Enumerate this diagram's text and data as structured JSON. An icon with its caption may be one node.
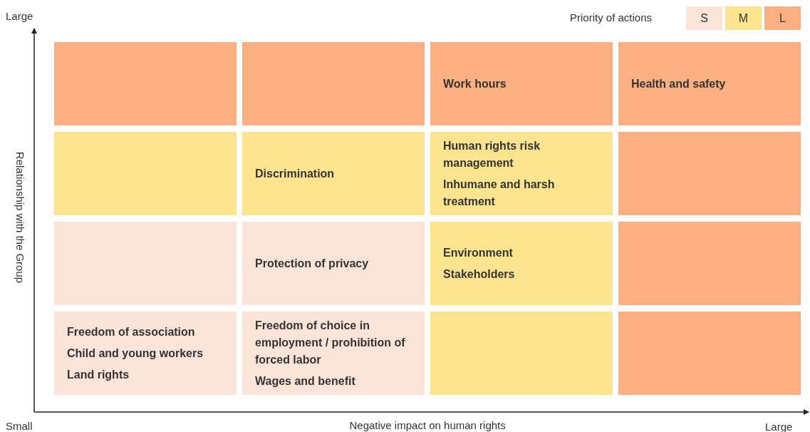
{
  "diagram": {
    "nodes": [
      {
        "text": [],
        "shape": "box"
      },
      {
        "text": [],
        "shape": "box"
      },
      {
        "text": [
          "Work hours"
        ]
      },
      {
        "text": [
          "Health and safety"
        ]
      },
      {
        "text": [],
        "shape": "box"
      },
      {
        "text": [
          "Discrimination"
        ]
      },
      {
        "text": [
          "Human rights risk management",
          "Inhumane and harsh treatment"
        ]
      },
      {
        "text": [],
        "shape": "box"
      },
      {
        "text": [],
        "shape": "box"
      },
      {
        "text": [
          "Protection of privacy"
        ]
      },
      {
        "text": [
          "Environment",
          "Stakeholders"
        ]
      },
      {
        "text": [],
        "shape": "box"
      },
      {
        "text": [
          "Freedom of association",
          "Child and young workers",
          "Land rights"
        ]
      },
      {
        "text": [
          "Freedom of choice in employment / prohibition of forced labor",
          "Wages and benefit"
        ]
      },
      {
        "text": [],
        "shape": "box"
      },
      {
        "text": [],
        "shape": "box"
      }
    ],
    "edges": [],
    "labels": [
      "Priority of actions",
      "Large",
      "Relationship with the Group",
      "Small",
      "Negative impact on human rights",
      "Large"
    ],
    "legend": [
      {
        "text": "S",
        "color": "#fde4d8"
      },
      {
        "text": "M",
        "color": "#fde48f"
      },
      {
        "text": "L",
        "color": "#fdb081"
      }
    ]
  }
}
